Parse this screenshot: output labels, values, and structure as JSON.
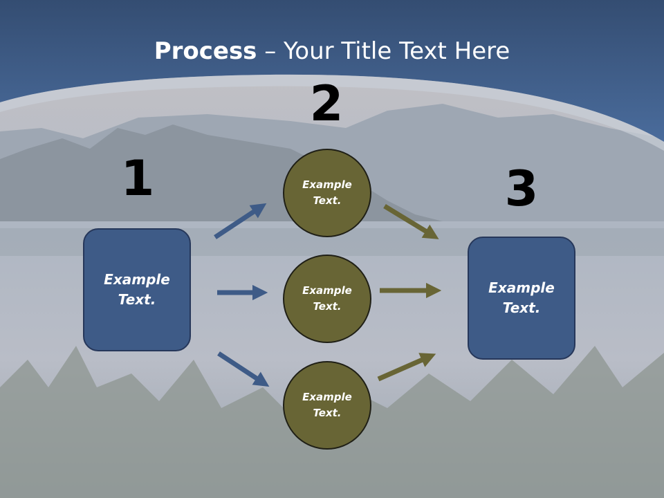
{
  "slide": {
    "title_bold": "Process",
    "title_rest": " – Your Title Text Here"
  },
  "steps": {
    "one": {
      "number": "1",
      "text": "Example Text."
    },
    "two": {
      "number": "2",
      "circles": [
        {
          "text": "Example Text."
        },
        {
          "text": "Example Text."
        },
        {
          "text": "Example Text."
        }
      ]
    },
    "three": {
      "number": "3",
      "text": "Example Text."
    }
  },
  "colors": {
    "header": "#3f5f8d",
    "box_fill": "#3e5b87",
    "circle_fill": "#686535",
    "blue_arrow": "#3e5b87",
    "olive_arrow": "#686535"
  }
}
